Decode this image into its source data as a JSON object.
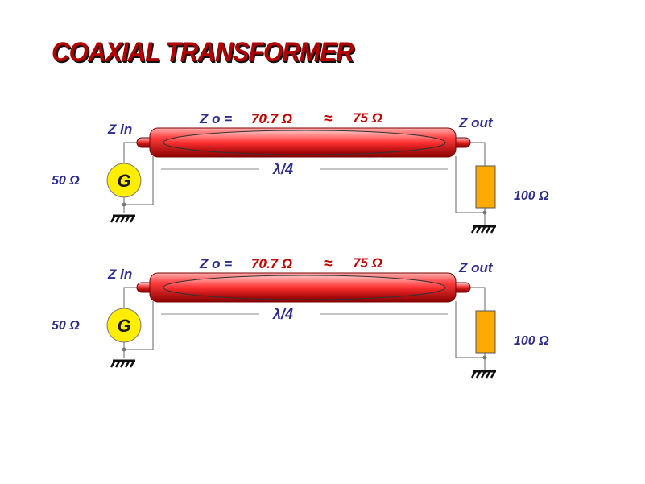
{
  "title": "COAXIAL TRANSFORMER",
  "colors": {
    "title": "#b00000",
    "label_blue": "#2c2c8c",
    "value_red": "#c00000",
    "cable_red": "#ff3030",
    "generator_yellow": "#ffee00",
    "load_orange": "#ffaa00"
  },
  "circuits": [
    {
      "z_in": "Z in",
      "z0_prefix": "Z o =",
      "z0_value": "70.7 Ω",
      "approx": "≈",
      "z0_nominal": "75 Ω",
      "z_out": "Z out",
      "length": "λ/4",
      "source_impedance": "50 Ω",
      "generator": "G",
      "load_impedance": "100 Ω"
    },
    {
      "z_in": "Z in",
      "z0_prefix": "Z o =",
      "z0_value": "70.7 Ω",
      "approx": "≈",
      "z0_nominal": "75 Ω",
      "z_out": "Z out",
      "length": "λ/4",
      "source_impedance": "50 Ω",
      "generator": "G",
      "load_impedance": "100 Ω"
    }
  ]
}
